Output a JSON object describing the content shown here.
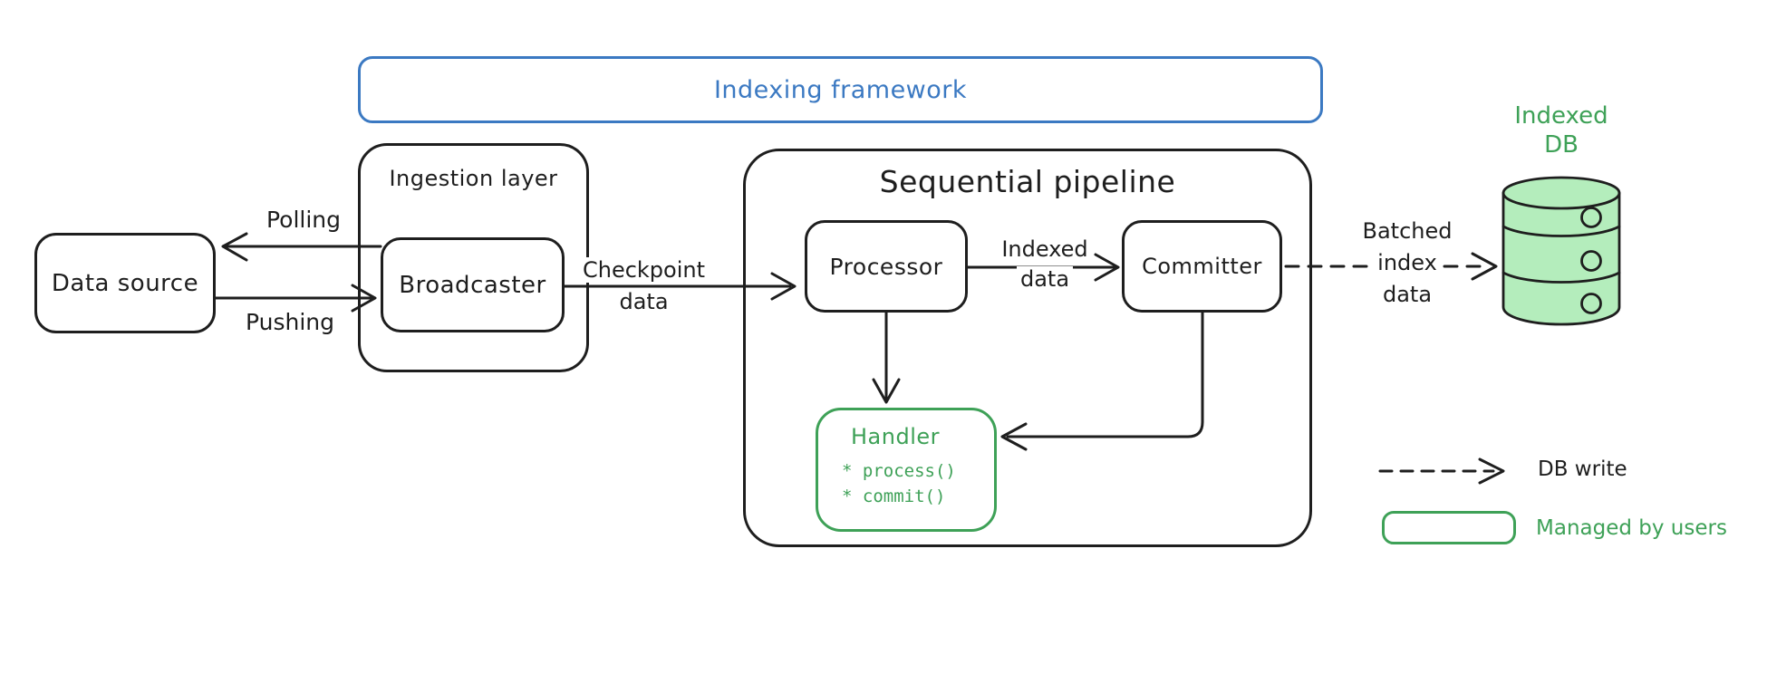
{
  "framework": {
    "title": "Indexing framework"
  },
  "nodes": {
    "data_source": {
      "label": "Data source"
    },
    "ingestion_layer": {
      "label": "Ingestion layer"
    },
    "broadcaster": {
      "label": "Broadcaster"
    },
    "pipeline": {
      "label": "Sequential pipeline"
    },
    "processor": {
      "label": "Processor"
    },
    "committer": {
      "label": "Committer"
    },
    "handler": {
      "label": "Handler",
      "methods": [
        "* process()",
        "* commit()"
      ]
    },
    "indexed_db": {
      "lines": [
        "Indexed",
        "DB"
      ]
    }
  },
  "edges": {
    "polling": {
      "label": "Polling"
    },
    "pushing": {
      "label": "Pushing"
    },
    "checkpoint": {
      "lines": [
        "Checkpoint",
        "data"
      ]
    },
    "indexed": {
      "lines": [
        "Indexed",
        "data"
      ]
    },
    "batched": {
      "lines": [
        "Batched",
        "index",
        "data"
      ]
    }
  },
  "legend": {
    "db_write": "DB write",
    "managed_by_users": "Managed by users"
  },
  "colors": {
    "ink": "#1e1e1e",
    "frame_blue": "#3b79c2",
    "green_stroke": "#3ea157",
    "green_fill": "#b4edbc"
  }
}
